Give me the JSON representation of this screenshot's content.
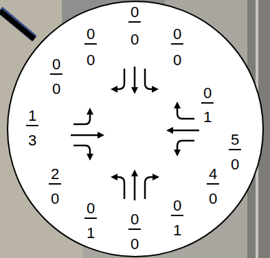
{
  "diagram": {
    "labels": [
      "0",
      "0",
      "0",
      "0",
      "0",
      "0",
      "0",
      "0",
      "0",
      "1",
      "1",
      "3",
      "5",
      "0",
      "2",
      "0",
      "4",
      "0",
      "0",
      "1",
      "0",
      "1",
      "0",
      "0"
    ]
  }
}
